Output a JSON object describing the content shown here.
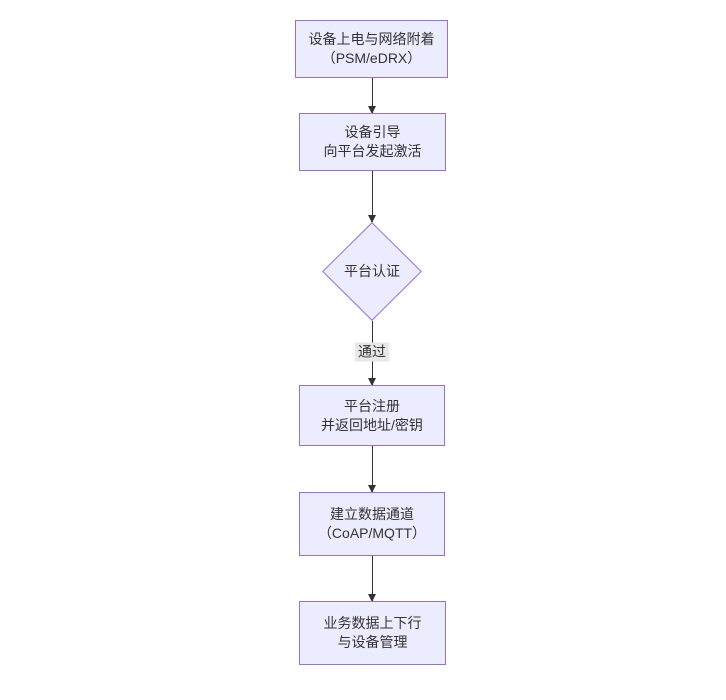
{
  "diagram": {
    "type": "flowchart",
    "direction": "top-down",
    "colors": {
      "canvas_bg": "#ffffff",
      "node_fill": "#ECECFF",
      "node_border": "#9370DB",
      "edge_color": "#333333",
      "edge_label_bg": "#e8e8e8",
      "text_color": "#333333"
    },
    "nodes": [
      {
        "id": "power-attach",
        "shape": "rect",
        "lines": [
          "设备上电与网络附着",
          "（PSM/eDRX）"
        ]
      },
      {
        "id": "bootstrap",
        "shape": "rect",
        "lines": [
          "设备引导",
          "向平台发起激活"
        ]
      },
      {
        "id": "platform-auth",
        "shape": "diamond",
        "lines": [
          "平台认证"
        ]
      },
      {
        "id": "register",
        "shape": "rect",
        "lines": [
          "平台注册",
          "并返回地址/密钥"
        ]
      },
      {
        "id": "data-channel",
        "shape": "rect",
        "lines": [
          "建立数据通道",
          "（CoAP/MQTT）"
        ]
      },
      {
        "id": "business-data",
        "shape": "rect",
        "lines": [
          "业务数据上下行",
          "与设备管理"
        ]
      }
    ],
    "edges": [
      {
        "from": "power-attach",
        "to": "bootstrap",
        "label": ""
      },
      {
        "from": "bootstrap",
        "to": "platform-auth",
        "label": ""
      },
      {
        "from": "platform-auth",
        "to": "register",
        "label": "通过"
      },
      {
        "from": "register",
        "to": "data-channel",
        "label": ""
      },
      {
        "from": "data-channel",
        "to": "business-data",
        "label": ""
      }
    ]
  }
}
